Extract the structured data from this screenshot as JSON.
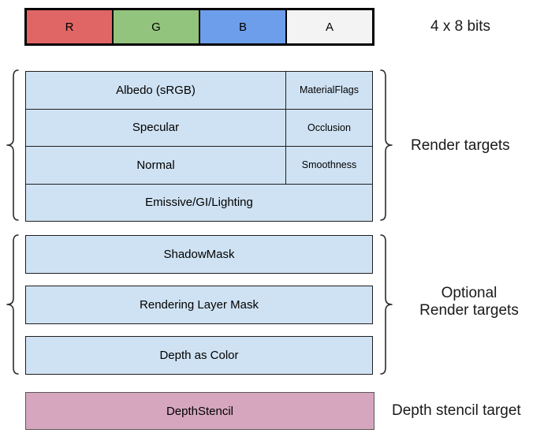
{
  "bit_row": {
    "caption": "4 x 8 bits",
    "cells": [
      {
        "label": "R",
        "color": "#E06666"
      },
      {
        "label": "G",
        "color": "#93C47D"
      },
      {
        "label": "B",
        "color": "#6D9EEB"
      },
      {
        "label": "A",
        "color": "#F3F3F3"
      }
    ]
  },
  "render_targets": {
    "group_label": "Render targets",
    "fill_color": "#CFE2F3",
    "rows": [
      {
        "main": "Albedo (sRGB)",
        "alpha": "MaterialFlags"
      },
      {
        "main": "Specular",
        "alpha": "Occlusion"
      },
      {
        "main": "Normal",
        "alpha": "Smoothness"
      },
      {
        "main": "Emissive/GI/Lighting"
      }
    ]
  },
  "optional_targets": {
    "group_label_line1": "Optional",
    "group_label_line2": "Render targets",
    "fill_color": "#CFE2F3",
    "rows": [
      {
        "label": "ShadowMask"
      },
      {
        "label": "Rendering Layer Mask"
      },
      {
        "label": "Depth as Color"
      }
    ]
  },
  "depth_stencil": {
    "box_label": "DepthStencil",
    "group_label": "Depth stencil target",
    "fill_color": "#D5A6BD"
  }
}
